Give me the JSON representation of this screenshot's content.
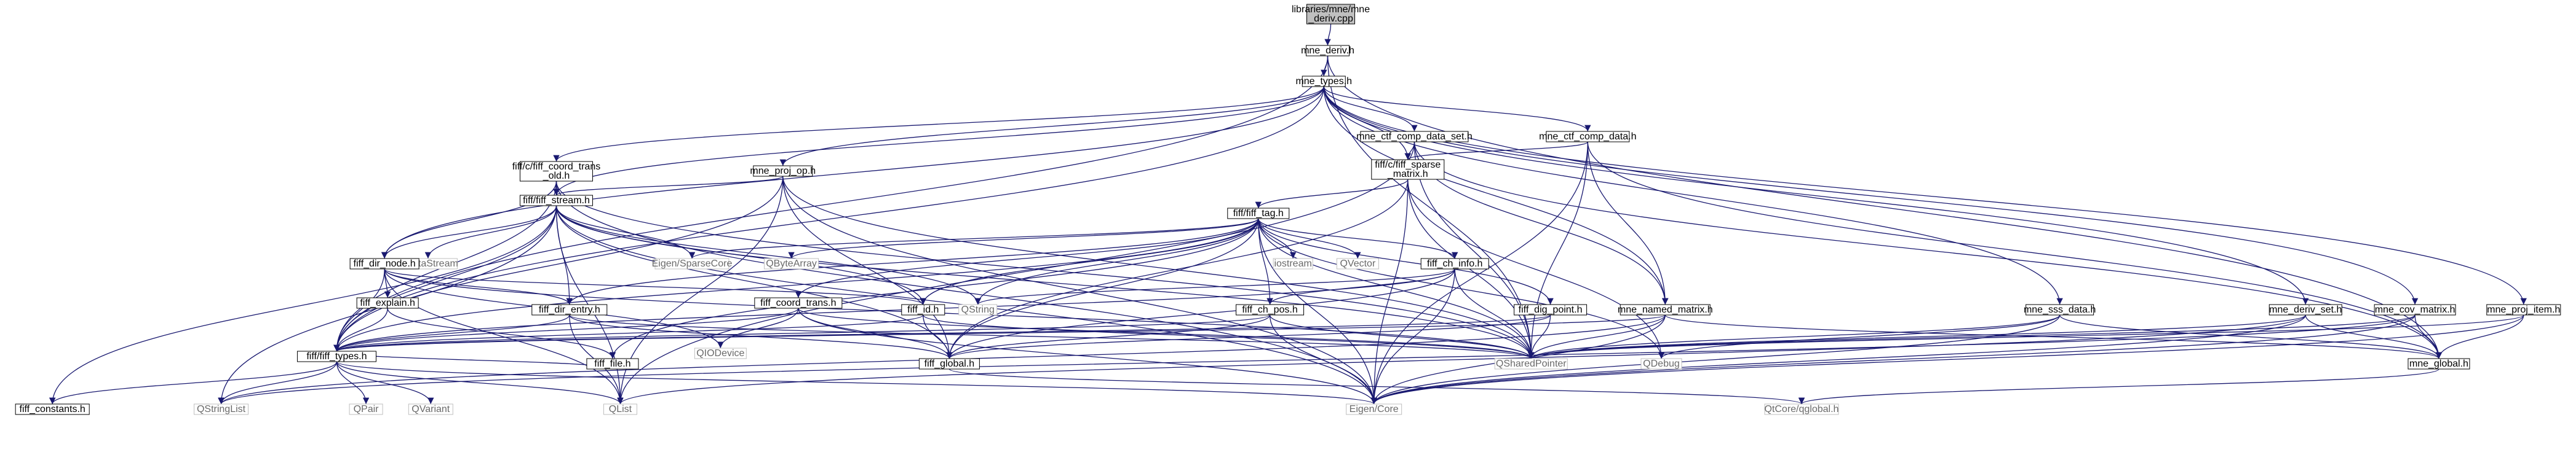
{
  "nodes": [
    {
      "id": "root",
      "lines": [
        "libraries/mne/mne",
        "_deriv.cpp"
      ],
      "style": "root"
    },
    {
      "id": "mne_deriv_h",
      "lines": [
        "mne_deriv.h"
      ],
      "style": "normal"
    },
    {
      "id": "mne_types_h",
      "lines": [
        "mne_types.h"
      ],
      "style": "normal"
    },
    {
      "id": "fiff_coord_trans_old_h",
      "lines": [
        "fiff/c/fiff_coord_trans",
        "_old.h"
      ],
      "style": "normal"
    },
    {
      "id": "mne_proj_op_h",
      "lines": [
        "mne_proj_op.h"
      ],
      "style": "normal"
    },
    {
      "id": "mne_ctf_comp_data_set_h",
      "lines": [
        "mne_ctf_comp_data_set.h"
      ],
      "style": "normal"
    },
    {
      "id": "mne_ctf_comp_data_h",
      "lines": [
        "mne_ctf_comp_data.h"
      ],
      "style": "normal"
    },
    {
      "id": "fiff_sparse_matrix_h",
      "lines": [
        "fiff/c/fiff_sparse",
        "_matrix.h"
      ],
      "style": "normal"
    },
    {
      "id": "fiff_stream_h",
      "lines": [
        "fiff/fiff_stream.h"
      ],
      "style": "normal"
    },
    {
      "id": "fiff_tag_h",
      "lines": [
        "fiff/fiff_tag.h"
      ],
      "style": "normal"
    },
    {
      "id": "qdatastream",
      "lines": [
        "QDataStream"
      ],
      "style": "muted"
    },
    {
      "id": "eigen_sparsecore",
      "lines": [
        "Eigen/SparseCore"
      ],
      "style": "muted"
    },
    {
      "id": "qbytearray",
      "lines": [
        "QByteArray"
      ],
      "style": "muted"
    },
    {
      "id": "iostream",
      "lines": [
        "iostream"
      ],
      "style": "muted"
    },
    {
      "id": "qvector",
      "lines": [
        "QVector"
      ],
      "style": "muted"
    },
    {
      "id": "fiff_ch_info_h",
      "lines": [
        "fiff_ch_info.h"
      ],
      "style": "normal"
    },
    {
      "id": "fiff_dir_node_h",
      "lines": [
        "fiff_dir_node.h"
      ],
      "style": "normal"
    },
    {
      "id": "fiff_explain_h",
      "lines": [
        "fiff_explain.h"
      ],
      "style": "normal"
    },
    {
      "id": "fiff_dir_entry_h",
      "lines": [
        "fiff_dir_entry.h"
      ],
      "style": "normal"
    },
    {
      "id": "qstring",
      "lines": [
        "QString"
      ],
      "style": "muted"
    },
    {
      "id": "fiff_coord_trans_h",
      "lines": [
        "fiff_coord_trans.h"
      ],
      "style": "normal"
    },
    {
      "id": "fiff_id_h",
      "lines": [
        "fiff_id.h"
      ],
      "style": "normal"
    },
    {
      "id": "fiff_ch_pos_h",
      "lines": [
        "fiff_ch_pos.h"
      ],
      "style": "normal"
    },
    {
      "id": "fiff_dig_point_h",
      "lines": [
        "fiff_dig_point.h"
      ],
      "style": "normal"
    },
    {
      "id": "mne_named_matrix_h",
      "lines": [
        "mne_named_matrix.h"
      ],
      "style": "normal"
    },
    {
      "id": "mne_sss_data_h",
      "lines": [
        "mne_sss_data.h"
      ],
      "style": "normal"
    },
    {
      "id": "mne_deriv_set_h",
      "lines": [
        "mne_deriv_set.h"
      ],
      "style": "normal"
    },
    {
      "id": "mne_cov_matrix_h",
      "lines": [
        "mne_cov_matrix.h"
      ],
      "style": "normal"
    },
    {
      "id": "mne_proj_item_h",
      "lines": [
        "mne_proj_item.h"
      ],
      "style": "normal"
    },
    {
      "id": "fiff_types_h",
      "lines": [
        "fiff/fiff_types.h"
      ],
      "style": "normal"
    },
    {
      "id": "qiodevice",
      "lines": [
        "QIODevice"
      ],
      "style": "muted"
    },
    {
      "id": "fiff_file_h",
      "lines": [
        "fiff_file.h"
      ],
      "style": "normal"
    },
    {
      "id": "fiff_global_h",
      "lines": [
        "fiff_global.h"
      ],
      "style": "normal"
    },
    {
      "id": "qsharedpointer",
      "lines": [
        "QSharedPointer"
      ],
      "style": "muted"
    },
    {
      "id": "qdebug",
      "lines": [
        "QDebug"
      ],
      "style": "muted"
    },
    {
      "id": "mne_global_h",
      "lines": [
        "mne_global.h"
      ],
      "style": "normal"
    },
    {
      "id": "fiff_constants_h",
      "lines": [
        "fiff_constants.h"
      ],
      "style": "normal"
    },
    {
      "id": "qstringlist",
      "lines": [
        "QStringList"
      ],
      "style": "muted"
    },
    {
      "id": "qpair",
      "lines": [
        "QPair"
      ],
      "style": "muted"
    },
    {
      "id": "qvariant",
      "lines": [
        "QVariant"
      ],
      "style": "muted"
    },
    {
      "id": "qlist",
      "lines": [
        "QList"
      ],
      "style": "muted"
    },
    {
      "id": "eigen_core",
      "lines": [
        "Eigen/Core"
      ],
      "style": "muted"
    },
    {
      "id": "qtcore_qglobal_h",
      "lines": [
        "QtCore/qglobal.h"
      ],
      "style": "muted"
    }
  ],
  "edges": [
    [
      "root",
      "mne_deriv_h"
    ],
    [
      "mne_deriv_h",
      "mne_types_h"
    ],
    [
      "mne_deriv_h",
      "fiff_types_h"
    ],
    [
      "mne_deriv_h",
      "qsharedpointer"
    ],
    [
      "mne_deriv_h",
      "mne_global_h"
    ],
    [
      "mne_types_h",
      "fiff_coord_trans_old_h"
    ],
    [
      "mne_types_h",
      "mne_proj_op_h"
    ],
    [
      "mne_types_h",
      "mne_ctf_comp_data_set_h"
    ],
    [
      "mne_types_h",
      "mne_ctf_comp_data_h"
    ],
    [
      "mne_types_h",
      "fiff_sparse_matrix_h"
    ],
    [
      "mne_types_h",
      "mne_named_matrix_h"
    ],
    [
      "mne_types_h",
      "mne_sss_data_h"
    ],
    [
      "mne_types_h",
      "mne_deriv_set_h"
    ],
    [
      "mne_types_h",
      "mne_cov_matrix_h"
    ],
    [
      "mne_types_h",
      "mne_proj_item_h"
    ],
    [
      "mne_types_h",
      "fiff_stream_h"
    ],
    [
      "mne_types_h",
      "fiff_types_h"
    ],
    [
      "mne_types_h",
      "fiff_dir_node_h"
    ],
    [
      "fiff_coord_trans_old_h",
      "fiff_stream_h"
    ],
    [
      "fiff_coord_trans_old_h",
      "fiff_dir_node_h"
    ],
    [
      "fiff_coord_trans_old_h",
      "fiff_types_h"
    ],
    [
      "fiff_coord_trans_old_h",
      "qsharedpointer"
    ],
    [
      "fiff_coord_trans_old_h",
      "eigen_core"
    ],
    [
      "mne_proj_op_h",
      "fiff_stream_h"
    ],
    [
      "mne_proj_op_h",
      "fiff_types_h"
    ],
    [
      "mne_proj_op_h",
      "qlist"
    ],
    [
      "mne_proj_op_h",
      "qsharedpointer"
    ],
    [
      "mne_proj_op_h",
      "eigen_core"
    ],
    [
      "mne_proj_op_h",
      "fiff_global_h"
    ],
    [
      "mne_ctf_comp_data_set_h",
      "fiff_sparse_matrix_h"
    ],
    [
      "mne_ctf_comp_data_set_h",
      "mne_named_matrix_h"
    ],
    [
      "mne_ctf_comp_data_set_h",
      "qlist"
    ],
    [
      "mne_ctf_comp_data_set_h",
      "qsharedpointer"
    ],
    [
      "mne_ctf_comp_data_set_h",
      "mne_global_h"
    ],
    [
      "mne_ctf_comp_data_h",
      "fiff_sparse_matrix_h"
    ],
    [
      "mne_ctf_comp_data_h",
      "mne_named_matrix_h"
    ],
    [
      "mne_ctf_comp_data_h",
      "qsharedpointer"
    ],
    [
      "mne_ctf_comp_data_h",
      "mne_global_h"
    ],
    [
      "mne_ctf_comp_data_h",
      "eigen_core"
    ],
    [
      "fiff_sparse_matrix_h",
      "fiff_tag_h"
    ],
    [
      "fiff_sparse_matrix_h",
      "fiff_global_h"
    ],
    [
      "fiff_sparse_matrix_h",
      "qsharedpointer"
    ],
    [
      "fiff_sparse_matrix_h",
      "eigen_core"
    ],
    [
      "fiff_sparse_matrix_h",
      "qdebug"
    ],
    [
      "fiff_stream_h",
      "qdatastream"
    ],
    [
      "fiff_stream_h",
      "eigen_sparsecore"
    ],
    [
      "fiff_stream_h",
      "fiff_dir_node_h"
    ],
    [
      "fiff_stream_h",
      "fiff_dir_entry_h"
    ],
    [
      "fiff_stream_h",
      "fiff_id_h"
    ],
    [
      "fiff_stream_h",
      "fiff_types_h"
    ],
    [
      "fiff_stream_h",
      "fiff_global_h"
    ],
    [
      "fiff_stream_h",
      "qsharedpointer"
    ],
    [
      "fiff_stream_h",
      "qstring"
    ],
    [
      "fiff_stream_h",
      "qstringlist"
    ],
    [
      "fiff_stream_h",
      "qlist"
    ],
    [
      "fiff_stream_h",
      "eigen_core"
    ],
    [
      "fiff_stream_h",
      "fiff_constants_h"
    ],
    [
      "fiff_tag_h",
      "eigen_sparsecore"
    ],
    [
      "fiff_tag_h",
      "qbytearray"
    ],
    [
      "fiff_tag_h",
      "iostream"
    ],
    [
      "fiff_tag_h",
      "qvector"
    ],
    [
      "fiff_tag_h",
      "fiff_ch_info_h"
    ],
    [
      "fiff_tag_h",
      "fiff_coord_trans_h"
    ],
    [
      "fiff_tag_h",
      "fiff_ch_pos_h"
    ],
    [
      "fiff_tag_h",
      "fiff_dig_point_h"
    ],
    [
      "fiff_tag_h",
      "fiff_id_h"
    ],
    [
      "fiff_tag_h",
      "fiff_dir_entry_h"
    ],
    [
      "fiff_tag_h",
      "fiff_file_h"
    ],
    [
      "fiff_tag_h",
      "fiff_types_h"
    ],
    [
      "fiff_tag_h",
      "fiff_global_h"
    ],
    [
      "fiff_tag_h",
      "qsharedpointer"
    ],
    [
      "fiff_tag_h",
      "qdebug"
    ],
    [
      "fiff_tag_h",
      "eigen_core"
    ],
    [
      "fiff_tag_h",
      "qstring"
    ],
    [
      "fiff_ch_info_h",
      "fiff_ch_pos_h"
    ],
    [
      "fiff_ch_info_h",
      "fiff_types_h"
    ],
    [
      "fiff_ch_info_h",
      "fiff_global_h"
    ],
    [
      "fiff_ch_info_h",
      "qsharedpointer"
    ],
    [
      "fiff_ch_info_h",
      "eigen_core"
    ],
    [
      "fiff_ch_info_h",
      "qstring"
    ],
    [
      "fiff_dir_node_h",
      "fiff_explain_h"
    ],
    [
      "fiff_dir_node_h",
      "fiff_dir_entry_h"
    ],
    [
      "fiff_dir_node_h",
      "fiff_id_h"
    ],
    [
      "fiff_dir_node_h",
      "fiff_types_h"
    ],
    [
      "fiff_dir_node_h",
      "qsharedpointer"
    ],
    [
      "fiff_dir_node_h",
      "qlist"
    ],
    [
      "fiff_dir_node_h",
      "qiodevice"
    ],
    [
      "fiff_explain_h",
      "fiff_types_h"
    ],
    [
      "fiff_explain_h",
      "fiff_file_h"
    ],
    [
      "fiff_dir_entry_h",
      "fiff_types_h"
    ],
    [
      "fiff_dir_entry_h",
      "fiff_global_h"
    ],
    [
      "fiff_dir_entry_h",
      "qsharedpointer"
    ],
    [
      "fiff_dir_entry_h",
      "qlist"
    ],
    [
      "fiff_coord_trans_h",
      "fiff_types_h"
    ],
    [
      "fiff_coord_trans_h",
      "fiff_global_h"
    ],
    [
      "fiff_coord_trans_h",
      "qiodevice"
    ],
    [
      "fiff_coord_trans_h",
      "qsharedpointer"
    ],
    [
      "fiff_coord_trans_h",
      "eigen_core"
    ],
    [
      "fiff_id_h",
      "fiff_types_h"
    ],
    [
      "fiff_id_h",
      "fiff_global_h"
    ],
    [
      "fiff_id_h",
      "qsharedpointer"
    ],
    [
      "fiff_ch_pos_h",
      "fiff_types_h"
    ],
    [
      "fiff_ch_pos_h",
      "fiff_global_h"
    ],
    [
      "fiff_ch_pos_h",
      "qsharedpointer"
    ],
    [
      "fiff_ch_pos_h",
      "eigen_core"
    ],
    [
      "fiff_dig_point_h",
      "fiff_types_h"
    ],
    [
      "fiff_dig_point_h",
      "fiff_global_h"
    ],
    [
      "fiff_dig_point_h",
      "qsharedpointer"
    ],
    [
      "mne_named_matrix_h",
      "fiff_types_h"
    ],
    [
      "mne_named_matrix_h",
      "mne_global_h"
    ],
    [
      "mne_named_matrix_h",
      "qsharedpointer"
    ],
    [
      "mne_named_matrix_h",
      "eigen_core"
    ],
    [
      "mne_named_matrix_h",
      "qstringlist"
    ],
    [
      "mne_sss_data_h",
      "mne_global_h"
    ],
    [
      "mne_sss_data_h",
      "qsharedpointer"
    ],
    [
      "mne_sss_data_h",
      "eigen_core"
    ],
    [
      "mne_sss_data_h",
      "qdebug"
    ],
    [
      "mne_deriv_set_h",
      "mne_global_h"
    ],
    [
      "mne_deriv_set_h",
      "qsharedpointer"
    ],
    [
      "mne_deriv_set_h",
      "qlist"
    ],
    [
      "mne_deriv_set_h",
      "eigen_core"
    ],
    [
      "mne_cov_matrix_h",
      "mne_global_h"
    ],
    [
      "mne_cov_matrix_h",
      "qsharedpointer"
    ],
    [
      "mne_cov_matrix_h",
      "eigen_core"
    ],
    [
      "mne_cov_matrix_h",
      "qstringlist"
    ],
    [
      "mne_proj_item_h",
      "mne_global_h"
    ],
    [
      "mne_proj_item_h",
      "qsharedpointer"
    ],
    [
      "mne_proj_item_h",
      "eigen_core"
    ],
    [
      "fiff_types_h",
      "fiff_constants_h"
    ],
    [
      "fiff_types_h",
      "qstringlist"
    ],
    [
      "fiff_types_h",
      "qpair"
    ],
    [
      "fiff_types_h",
      "qvariant"
    ],
    [
      "fiff_types_h",
      "qlist"
    ],
    [
      "fiff_types_h",
      "eigen_core"
    ],
    [
      "fiff_file_h",
      "fiff_types_h"
    ],
    [
      "fiff_global_h",
      "qtcore_qglobal_h"
    ],
    [
      "mne_global_h",
      "qtcore_qglobal_h"
    ]
  ]
}
